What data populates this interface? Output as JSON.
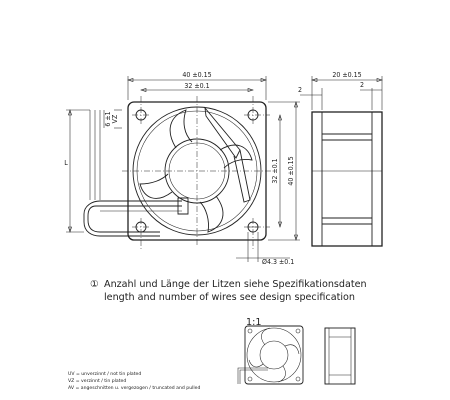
{
  "dimensions": {
    "outer_width": "40 ±0.15",
    "hole_spacing_h": "32 ±0.1",
    "outer_height": "40 ±0.15",
    "hole_spacing_v": "32 ±0.1",
    "hole_dia": "Ø4.3 ±0.1",
    "depth": "20 ±0.15",
    "flange_left": "2",
    "flange_right": "2",
    "wire_strip_a": "6 ±1",
    "wire_strip_b": "VZ",
    "wire_length": "L"
  },
  "note": {
    "marker": "①",
    "german": "Anzahl und Länge der Litzen siehe Spezifikationsdaten",
    "english": "length and number of wires see design specification"
  },
  "scale": "1:1",
  "legend": [
    "UV = unverzinnt / not tin plated",
    "VZ = verzinnt / tin plated",
    "AV = angeschnitten u. vergezogen / truncated and pulled"
  ]
}
